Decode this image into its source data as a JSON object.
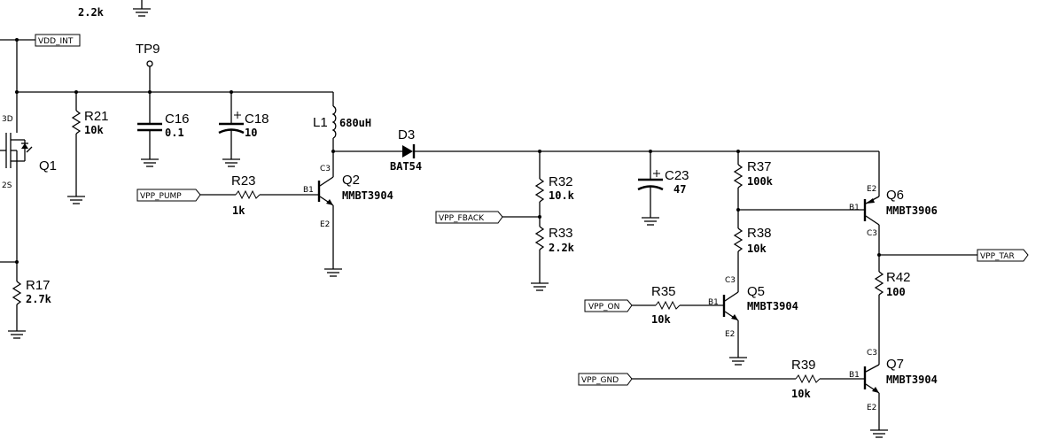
{
  "title": "",
  "net_labels": {
    "vdd_int": "VDD_INT",
    "vpp_pump": "VPP_PUMP",
    "vpp_fback": "VPP_FBACK",
    "vpp_on": "VPP_ON",
    "vpp_gnd": "VPP_GND",
    "vpp_tar": "VPP_TAR"
  },
  "components": {
    "top_value": "2.2k",
    "tp9": "TP9",
    "q1": {
      "ref": "Q1",
      "pin_d": "3D",
      "pin_s": "2S"
    },
    "r21": {
      "ref": "R21",
      "value": "10k"
    },
    "c16": {
      "ref": "C16",
      "value": "0.1"
    },
    "c18": {
      "ref": "C18",
      "value": "10"
    },
    "l1": {
      "ref": "L1",
      "value": "680uH"
    },
    "d3": {
      "ref": "D3",
      "value": "BAT54"
    },
    "q2": {
      "ref": "Q2",
      "value": "MMBT3904",
      "pin_c": "C3",
      "pin_b": "B1",
      "pin_e": "E2"
    },
    "r23": {
      "ref": "R23",
      "value": "1k"
    },
    "r32": {
      "ref": "R32",
      "value": "10.k"
    },
    "r33": {
      "ref": "R33",
      "value": "2.2k"
    },
    "c23": {
      "ref": "C23",
      "value": "47"
    },
    "r37": {
      "ref": "R37",
      "value": "100k"
    },
    "r38": {
      "ref": "R38",
      "value": "10k"
    },
    "q5": {
      "ref": "Q5",
      "value": "MMBT3904",
      "pin_c": "C3",
      "pin_b": "B1",
      "pin_e": "E2"
    },
    "r35": {
      "ref": "R35",
      "value": "10k"
    },
    "q6": {
      "ref": "Q6",
      "value": "MMBT3906",
      "pin_e": "E2",
      "pin_b": "B1",
      "pin_c": "C3"
    },
    "r42": {
      "ref": "R42",
      "value": "100"
    },
    "q7": {
      "ref": "Q7",
      "value": "MMBT3904",
      "pin_c": "C3",
      "pin_b": "B1",
      "pin_e": "E2"
    },
    "r39": {
      "ref": "R39",
      "value": "10k"
    },
    "r17": {
      "ref": "R17",
      "value": "2.7k"
    }
  }
}
